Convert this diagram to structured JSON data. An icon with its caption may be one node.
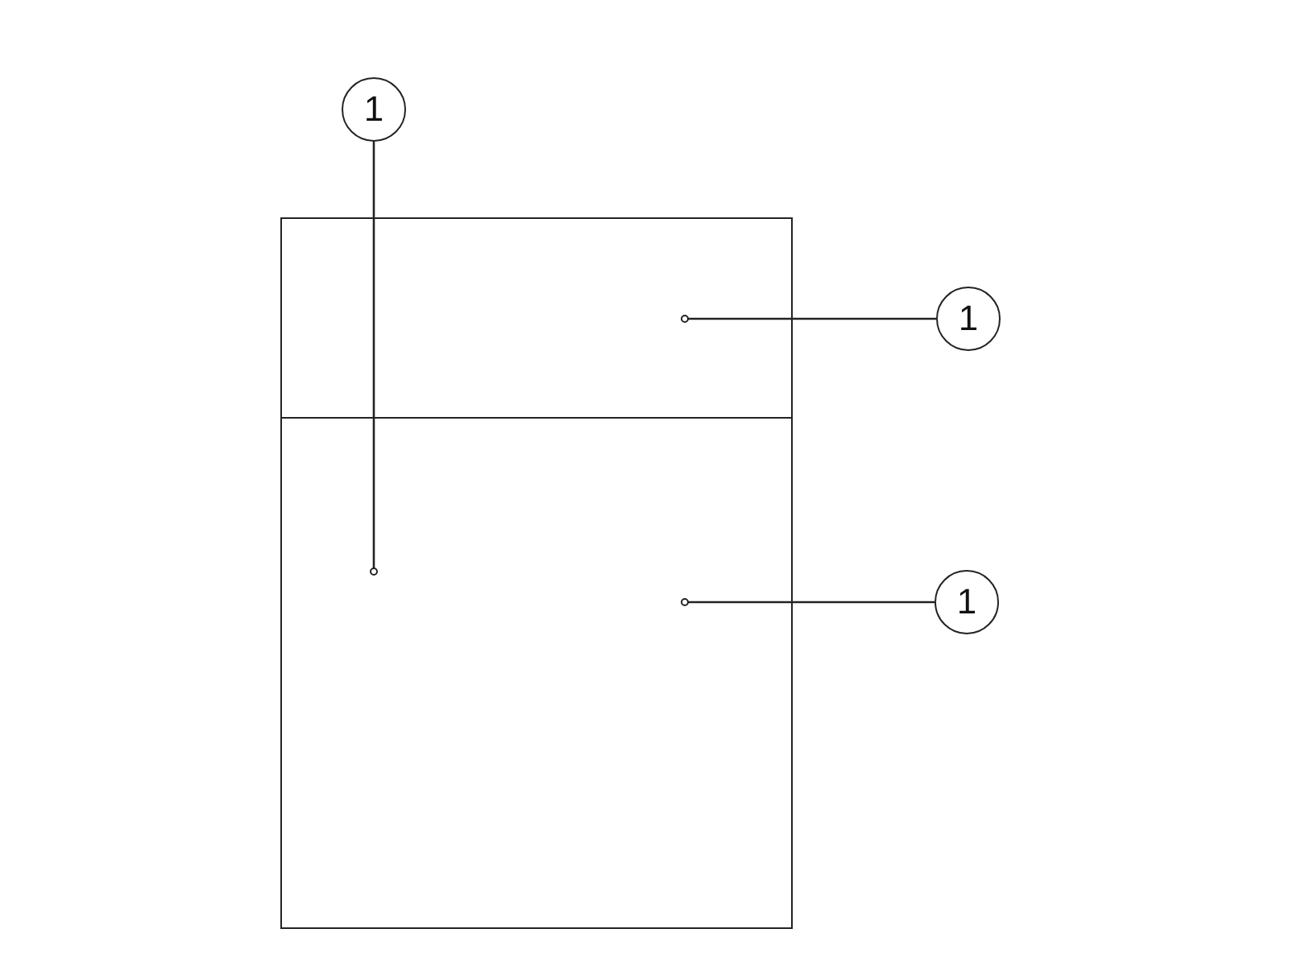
{
  "diagram": {
    "nodes": [
      {
        "text": [
          "1"
        ]
      },
      {
        "text": [],
        "shape": "box"
      },
      {
        "text": [
          "1"
        ]
      },
      {
        "text": [],
        "shape": "box"
      },
      {
        "text": [
          "1"
        ]
      }
    ],
    "edges": [
      {
        "from": 0,
        "to": 3,
        "arrow": "other"
      },
      {
        "from": 2,
        "to": 1,
        "arrow": "other"
      },
      {
        "from": 4,
        "to": 3,
        "arrow": "other"
      }
    ]
  }
}
